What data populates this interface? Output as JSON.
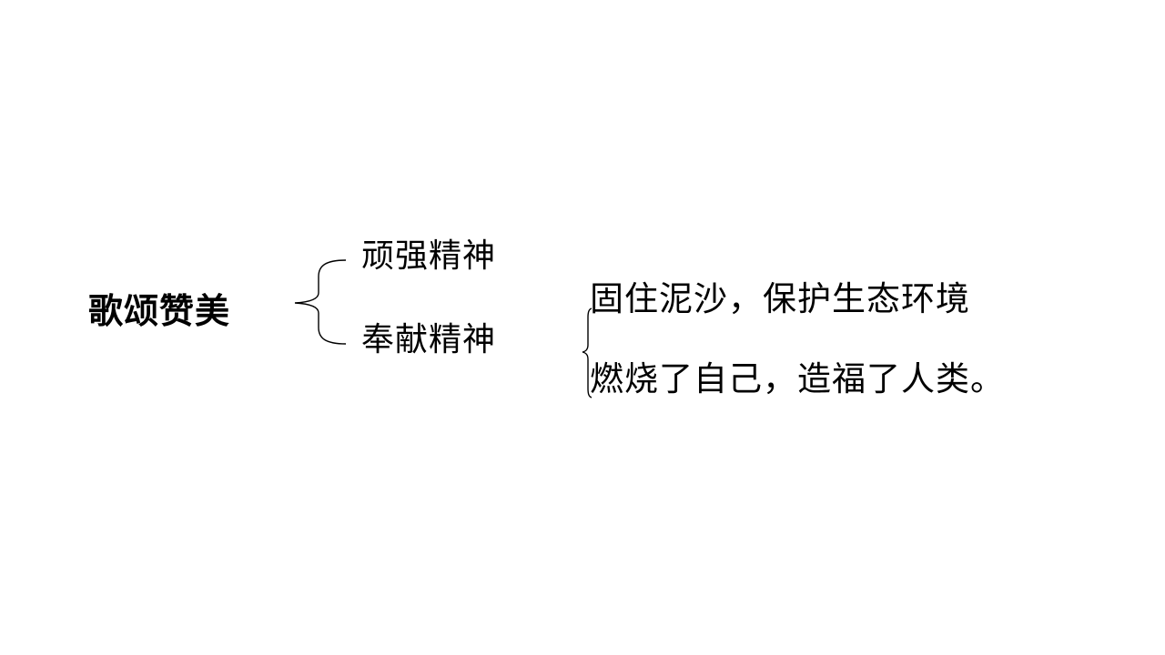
{
  "root": {
    "label": "歌颂赞美"
  },
  "branches": [
    {
      "label": "顽强精神"
    },
    {
      "label": "奉献精神"
    }
  ],
  "details": [
    {
      "label": "固住泥沙，保护生态环境"
    },
    {
      "label": "燃烧了自己，造福了人类。"
    }
  ],
  "colors": {
    "text": "#000000",
    "background": "#ffffff",
    "line": "#000000"
  }
}
